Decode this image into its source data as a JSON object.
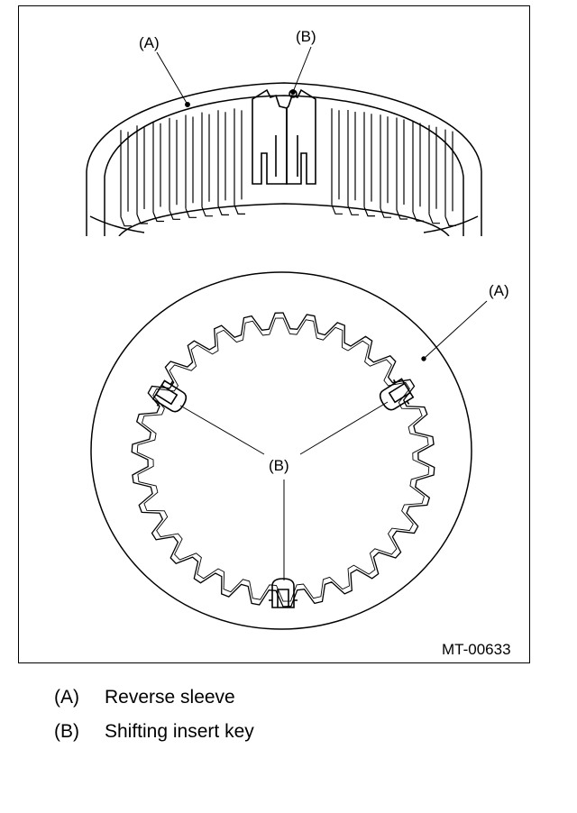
{
  "figure": {
    "code": "MT-00633",
    "callouts": {
      "a": "(A)",
      "b": "(B)"
    }
  },
  "legend": [
    {
      "key": "(A)",
      "text": "Reverse sleeve"
    },
    {
      "key": "(B)",
      "text": "Shifting insert key"
    }
  ],
  "colors": {
    "ink": "#000000",
    "paper": "#ffffff"
  }
}
